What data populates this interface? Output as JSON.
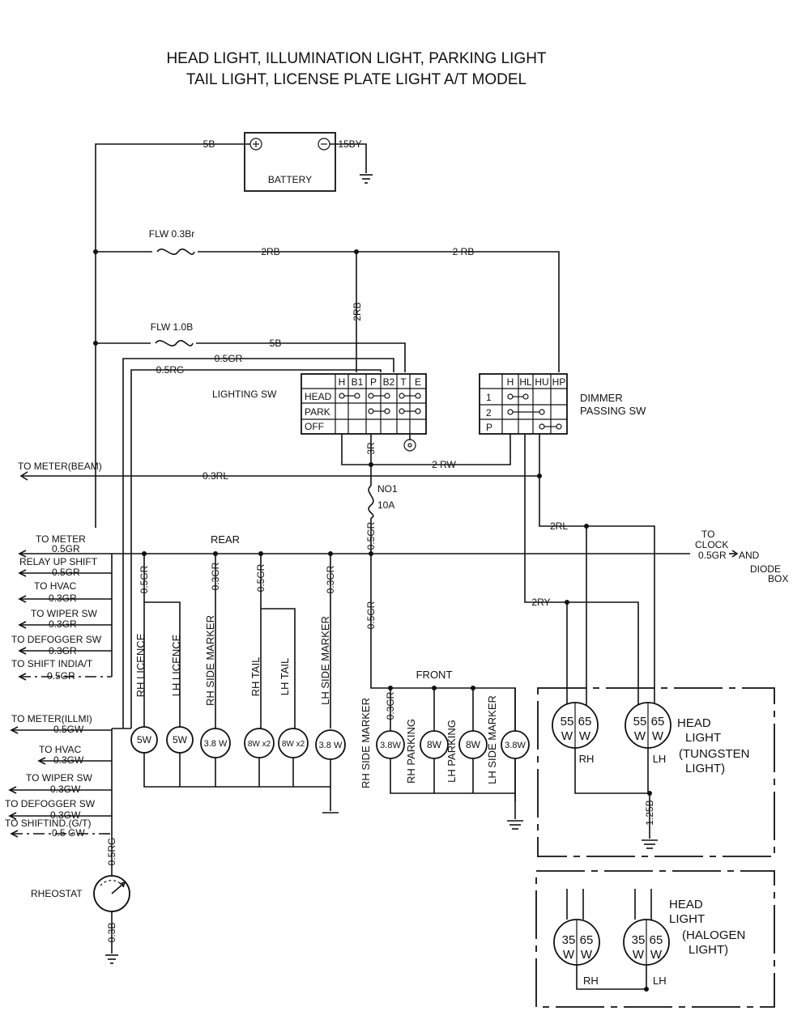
{
  "title": {
    "line1": "HEAD LIGHT, ILLUMINATION LIGHT, PARKING LIGHT",
    "line2": "TAIL LIGHT, LICENSE PLATE LIGHT A/T MODEL"
  },
  "battery": {
    "label": "BATTERY",
    "plus": "+",
    "minus": "−",
    "wire_pos": "5B",
    "wire_neg": "15BY"
  },
  "fuses": {
    "flw03": "FLW 0.3Br",
    "flw10": "FLW 1.0B",
    "fuse_no1": "NO1",
    "fuse_amp": "10A"
  },
  "wires": {
    "w2rb_a": "2RB",
    "w2rb_b": "2 RB",
    "w2rb_vert": "2RB",
    "w5b": "5B",
    "w05gr": "0.5GR",
    "w05rg": "0.5RG",
    "w3r": "3R",
    "w2rw": "2 RW",
    "w03rl": "0.3RL",
    "w05gr_vert": "0.5GR",
    "w05gr_vert2": "0.5GR",
    "w2rl": "2RL",
    "w2ry": "2RY",
    "w125b": "1.25B",
    "w05rg_vert": "0.5RG",
    "w03b_vert": "0.3B",
    "rear_05gr_1": "0.5GR",
    "rear_03gr_1": "0.3GR",
    "rear_05gr_2": "0.5GR",
    "rear_03gr_2": "0.3GR",
    "front_03gr": "0.3GR"
  },
  "lighting_switch": {
    "label": "LIGHTING SW",
    "cols": [
      "H",
      "B1",
      "P",
      "B2",
      "T",
      "E"
    ],
    "rows": [
      "HEAD",
      "PARK",
      "OFF"
    ]
  },
  "dimmer_switch": {
    "label1": "DIMMER",
    "label2": "PASSING SW",
    "cols": [
      "H",
      "HL",
      "HU",
      "HP"
    ],
    "rows": [
      "1",
      "2",
      "P"
    ]
  },
  "left_outputs": {
    "meter_beam": "TO METER(BEAM)",
    "to_meter": "TO METER",
    "to_meter_wire": "0.5GR",
    "relay": "RELAY UP SHIFT",
    "relay_wire": "0.5GR",
    "hvac": "TO HVAC",
    "hvac_wire": "0.3GR",
    "wiper": "TO WIPER SW",
    "wiper_wire": "0.3GR",
    "defogger": "TO DEFOGGER SW",
    "defogger_wire": "0.3GR",
    "shift": "TO SHIFT INDIA/T",
    "shift_wire": "0.5GR",
    "meter_illm": "TO METER(ILLMI)",
    "meter_illm_wire": "0.5GW",
    "hvac2": "TO HVAC",
    "hvac2_wire": "0.3GW",
    "wiper2": "TO WIPER SW",
    "wiper2_wire": "0.3GW",
    "defogger2": "TO DEFOGGER SW",
    "defogger2_wire": "0.3GW",
    "shift2": "TO SHIFTIND.(G/T)",
    "shift2_wire": "0.5 GW"
  },
  "right_outputs": {
    "to": "TO",
    "clock": "CLOCK",
    "wire": "0.5GR",
    "and": "AND",
    "diode": "DIODE",
    "box": "BOX"
  },
  "rear": {
    "label": "REAR",
    "lamps": [
      {
        "name": "RH LICENCE",
        "rating": "5W"
      },
      {
        "name": "LH LICENCE",
        "rating": "5W"
      },
      {
        "name": "RH SIDE MARKER",
        "rating": "3.8 W"
      },
      {
        "name": "RH TAIL",
        "rating": "8W x2"
      },
      {
        "name": "LH TAIL",
        "rating": "8W x2"
      },
      {
        "name": "LH SIDE MARKER",
        "rating": "3.8 W"
      }
    ]
  },
  "front": {
    "label": "FRONT",
    "lamps": [
      {
        "name": "RH SIDE MARKER",
        "rating": "3.8W"
      },
      {
        "name": "RH PARKING",
        "rating": "8W"
      },
      {
        "name": "LH PARKING",
        "rating": "8W"
      },
      {
        "name": "LH SIDE MARKER",
        "rating": "3.8W"
      }
    ]
  },
  "rheostat": {
    "label": "RHEOSTAT"
  },
  "headlight_tungsten": {
    "label": [
      "HEAD",
      "LIGHT",
      "(TUNGSTEN",
      "LIGHT)"
    ],
    "rh": {
      "lo": "55",
      "hi": "65",
      "unit": "W",
      "side": "RH"
    },
    "lh": {
      "lo": "55",
      "hi": "65",
      "unit": "W",
      "side": "LH"
    }
  },
  "headlight_halogen": {
    "label": [
      "HEAD",
      "LIGHT",
      "(HALOGEN",
      "LIGHT)"
    ],
    "rh": {
      "lo": "35",
      "hi": "65",
      "unit": "W",
      "side": "RH"
    },
    "lh": {
      "lo": "35",
      "hi": "65",
      "unit": "W",
      "side": "LH"
    }
  }
}
